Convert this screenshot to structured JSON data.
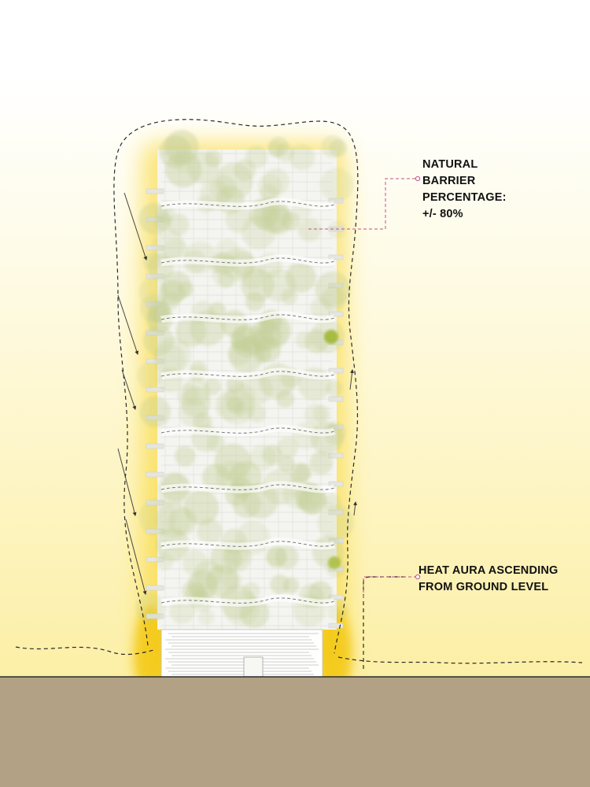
{
  "annotations": {
    "barrier": {
      "lines": [
        "NATURAL",
        "BARRIER",
        "PERCENTAGE:",
        "+/- 80%"
      ]
    },
    "heat": {
      "lines": [
        "HEAT AURA ASCENDING",
        "FROM GROUND LEVEL"
      ]
    }
  },
  "colors": {
    "sky_top": "#ffffff",
    "sky_glow": "#fdf3b0",
    "heat_aura": "#f7d21a",
    "ground": "#b2a185",
    "ground_line": "#2b2b2b",
    "foliage": "#c9d3a0",
    "leader_line": "#c0508f",
    "airflow": "#2a2a2a"
  },
  "icons": [
    "building-elevation-illustration",
    "airflow-arrow"
  ]
}
